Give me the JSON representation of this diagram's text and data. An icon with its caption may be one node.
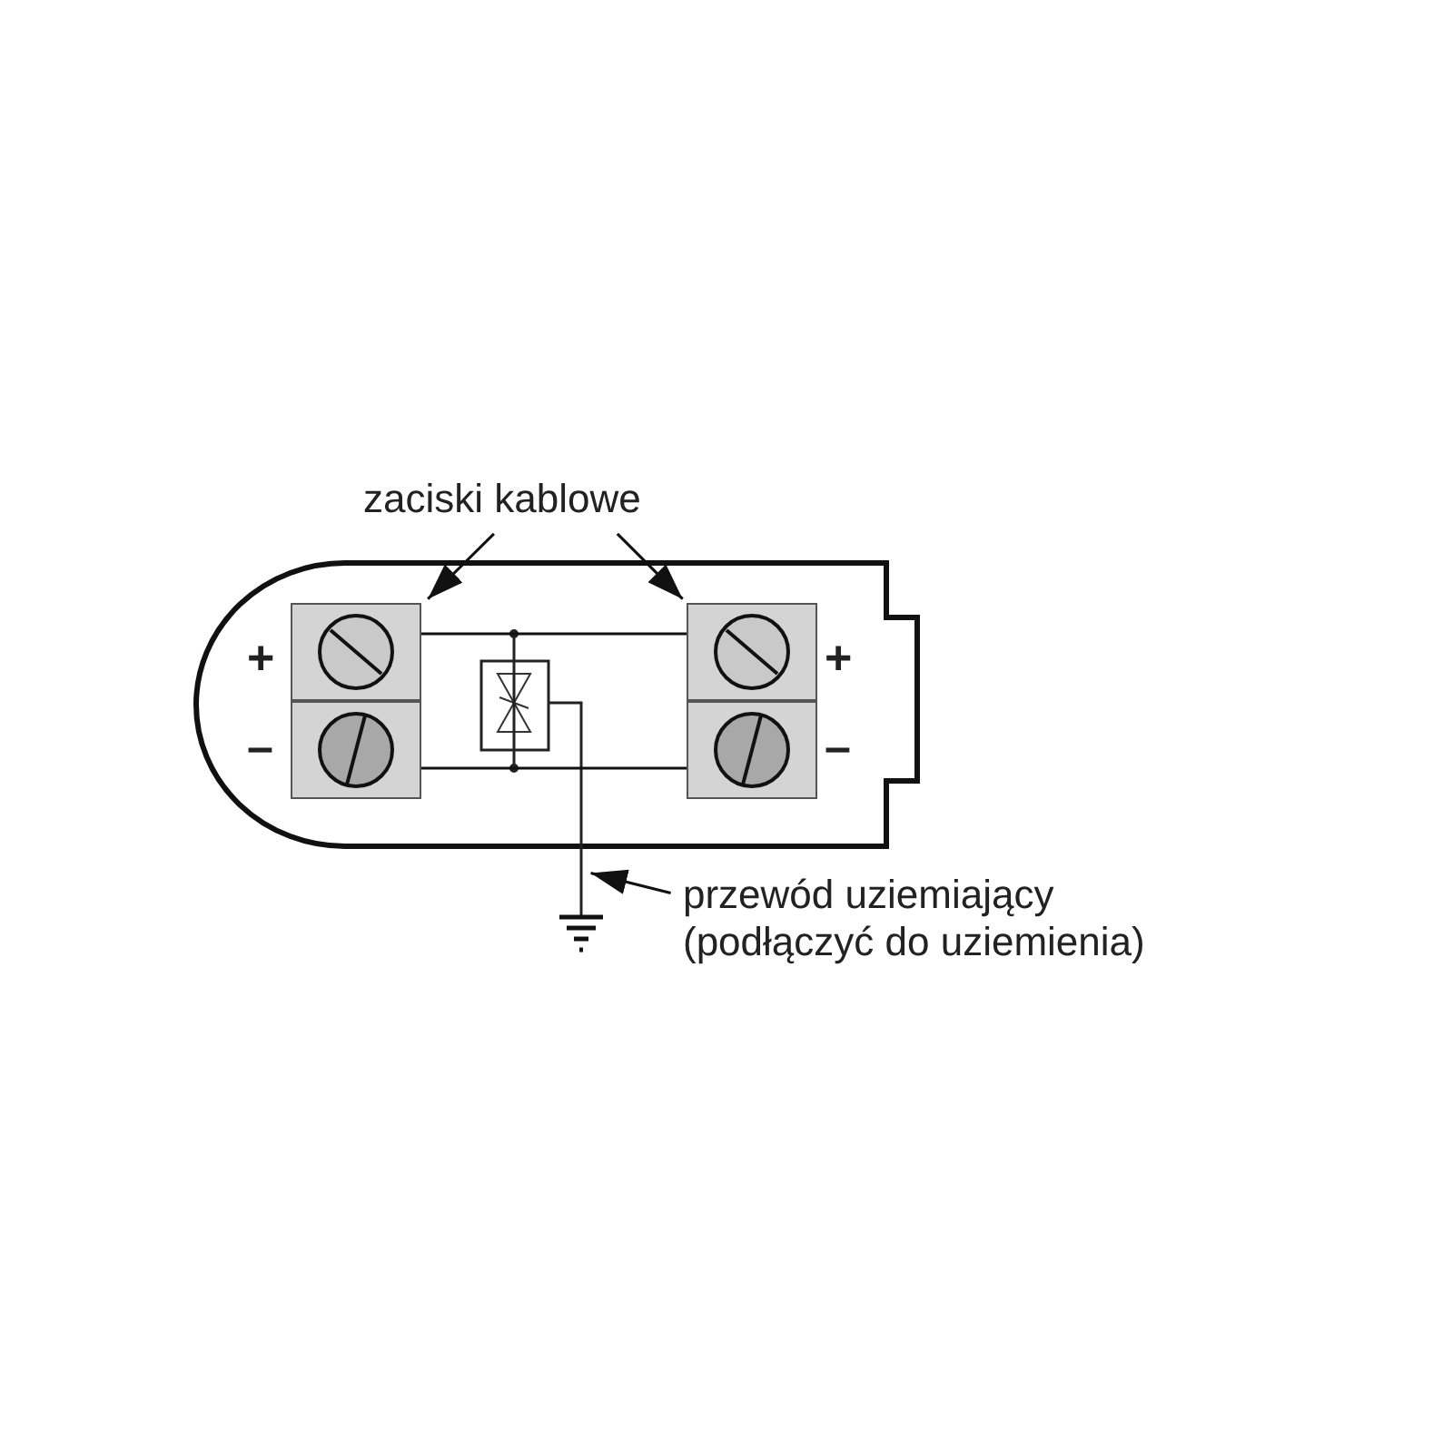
{
  "diagram": {
    "nodes": [
      {
        "text": [
          "zaciski kablowe"
        ]
      },
      {
        "text": [],
        "shape": "box",
        "beside": [
          "+",
          "–"
        ]
      },
      {
        "text": [],
        "shape": "box",
        "beside": [
          "+",
          "–"
        ]
      },
      {
        "text": [
          "przewód uziemiający (podłączyć do uziemienia)"
        ]
      }
    ],
    "edges": [
      {
        "from": 0,
        "to": 1,
        "arrow": "to"
      },
      {
        "from": 0,
        "to": 2,
        "arrow": "to"
      },
      {
        "from": 1,
        "to": 2,
        "arrow": "none"
      },
      {
        "from": 1,
        "to": 2,
        "arrow": "none"
      },
      {
        "from": 3,
        "to": null,
        "arrow": "to"
      }
    ]
  }
}
